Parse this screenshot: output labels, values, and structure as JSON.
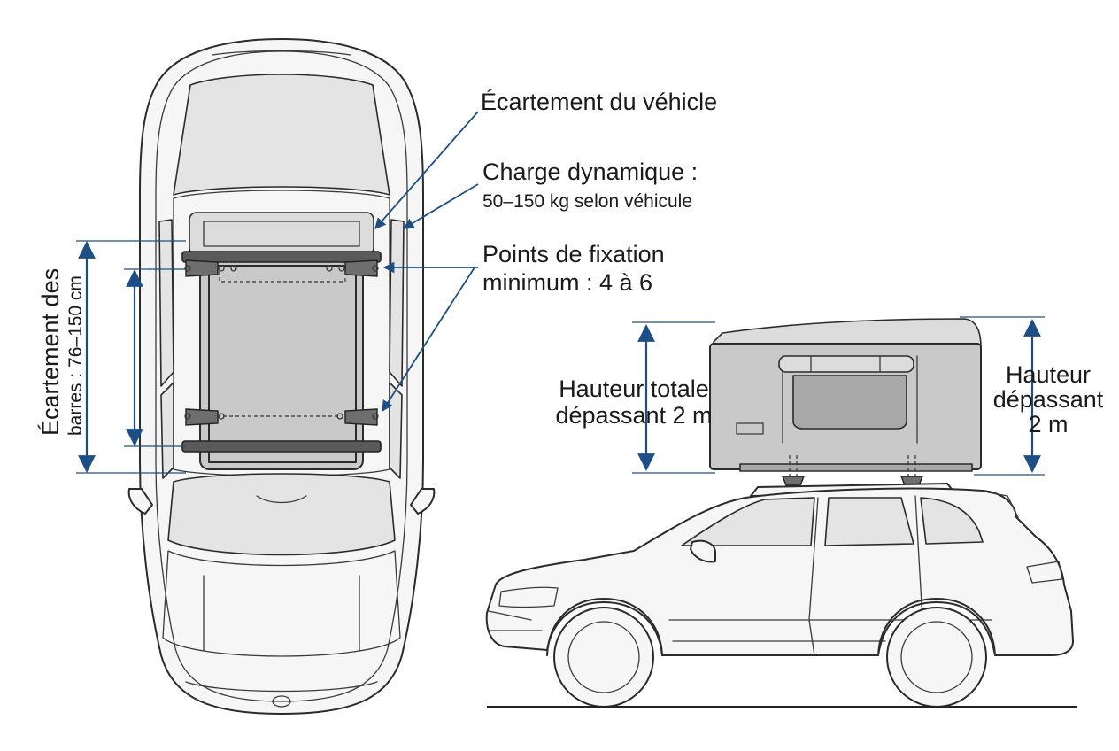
{
  "labels": {
    "track_width": "Écartement du véhicle",
    "dynamic_load_title": "Charge dynamique :",
    "dynamic_load_value": "50–150 kg selon véhicule",
    "fixing_points_line1": "Points de fixation",
    "fixing_points_line2": "minimum : 4 à 6",
    "bar_spacing_line1": "Écartement des",
    "bar_spacing_line2": "barres : 76–150 cm",
    "total_height_line1": "Hauteur totale",
    "total_height_line2": "dépassant 2 m",
    "overhang_height_line1": "Hauteur",
    "overhang_height_line2": "dépassant",
    "overhang_height_line3": "2 m"
  },
  "colors": {
    "dimension": "#1d4f86",
    "outline": "#2b2b2b",
    "tent": "#c9c9c9"
  }
}
